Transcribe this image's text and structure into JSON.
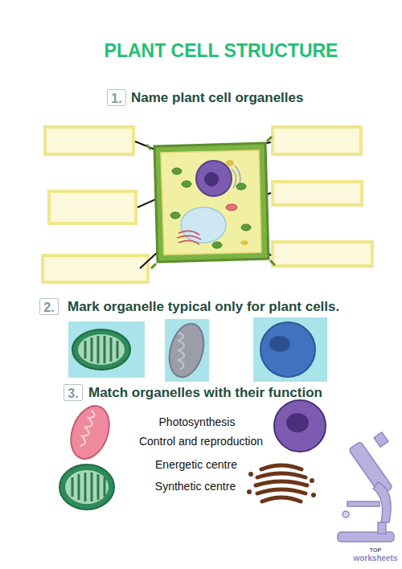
{
  "diagram": {
    "title": "PLANT CELL STRUCTURE",
    "nodes": [
      {
        "text": [
          "1."
        ]
      },
      {
        "text": [
          "2."
        ]
      },
      {
        "text": [
          "3."
        ]
      }
    ],
    "labels": [
      "Name plant cell organelles",
      "Mark organelle typical only for plant cells.",
      "Match organelles with their function",
      "Photosynthesis",
      "Control and reproduction",
      "Energetic centre",
      "Synthetic centre",
      "TOP",
      "worksheets"
    ]
  }
}
